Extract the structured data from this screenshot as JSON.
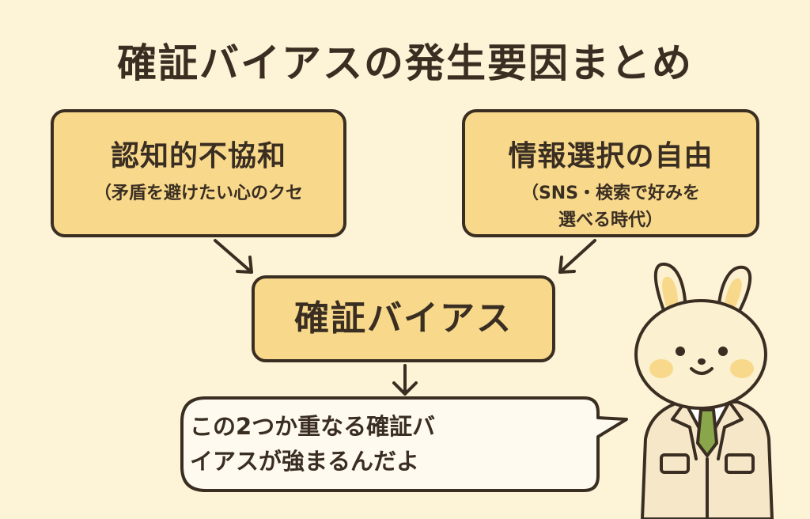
{
  "title": "確証バイアスの発生要因まとめ",
  "left_box": {
    "title": "認知的不協和",
    "subtitle": "（矛盾を避けたい心のクセ"
  },
  "right_box": {
    "title": "情報選択の自由",
    "subtitle_line1": "（SNS・検索で好みを",
    "subtitle_line2": "選べる時代）"
  },
  "center_box": {
    "title": "確証バイアス"
  },
  "bubble": {
    "line1": "この2つか重なる確証バ",
    "line2": "イアスが強まるんだよ"
  },
  "colors": {
    "background": "#fdf3d6",
    "box_fill": "#f8d98b",
    "outline": "#3a2e22",
    "bubble_fill": "#fffaf0",
    "rabbit_fill": "#fbf0cf",
    "coat_fill": "#f6e7c8",
    "tie": "#8aa64a"
  },
  "character": "rabbit-teacher-icon"
}
